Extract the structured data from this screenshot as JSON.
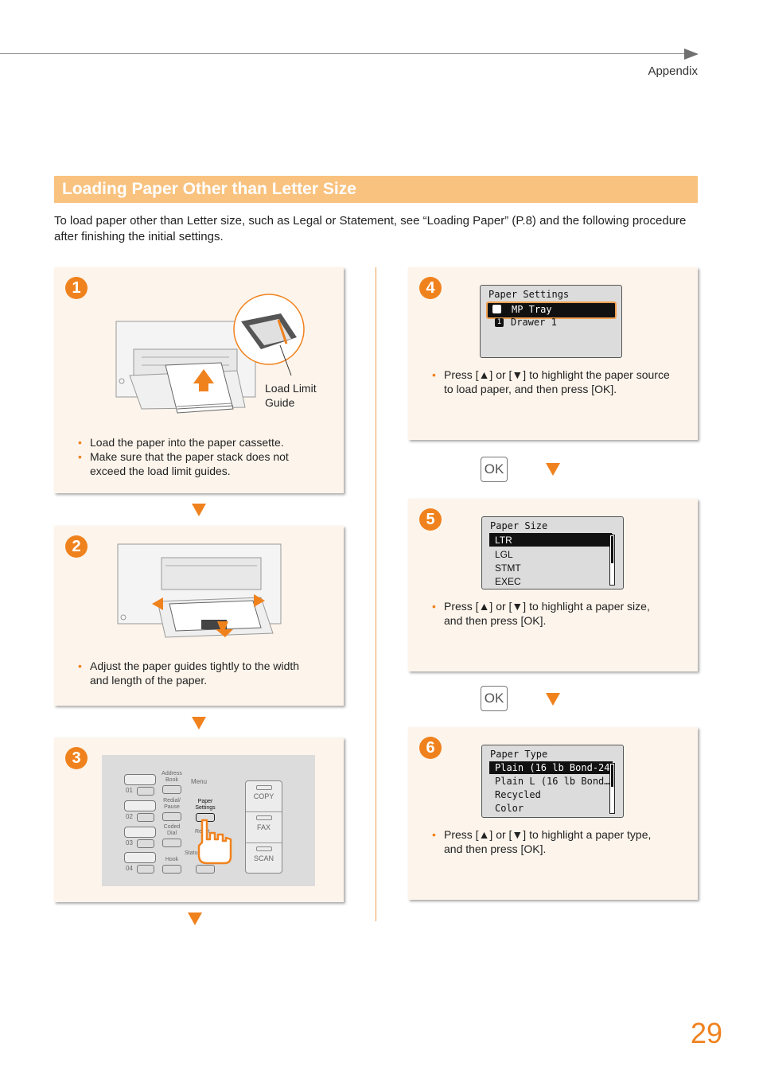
{
  "header": {
    "section": "Appendix"
  },
  "title": "Loading Paper Other than Letter Size",
  "intro": " To load paper other than Letter size, such as Legal or Statement, see “Loading Paper” (P.8) and the following procedure after finishing the initial settings.",
  "steps": {
    "s1": {
      "num": "1",
      "callout": "Load Limit\nGuide",
      "bullets": [
        "Load the paper into the paper cassette.",
        "Make sure that the paper stack does not exceed the load limit guides."
      ]
    },
    "s2": {
      "num": "2",
      "bullets": [
        "Adjust the paper guides tightly to the width and length of the paper."
      ]
    },
    "s3": {
      "num": "3",
      "panel": {
        "address_book": "Address\nBook",
        "menu": "Menu",
        "redial": "Redial/\nPause",
        "paper_settings": "Paper\nSettings",
        "coded_dial": "Coded\nDial",
        "reset": "Reset",
        "hook": "Hook",
        "status": "Status",
        "copy": "COPY",
        "fax": "FAX",
        "scan": "SCAN",
        "k01": "01",
        "k02": "02",
        "k03": "03",
        "k04": "04"
      }
    },
    "s4": {
      "num": "4",
      "lcd": {
        "title": "Paper Settings",
        "rows": [
          "MP Tray",
          "Drawer 1"
        ],
        "icon2": "1"
      },
      "bullets": [
        "Press [▲] or [▼] to highlight the paper source to load paper, and then press [OK]."
      ]
    },
    "s5": {
      "num": "5",
      "lcd": {
        "title": "Paper Size",
        "rows": [
          "LTR",
          "LGL",
          "STMT",
          "EXEC"
        ]
      },
      "bullets": [
        "Press [▲] or [▼] to highlight a paper size, and then press [OK]."
      ]
    },
    "s6": {
      "num": "6",
      "lcd": {
        "title": "Paper Type",
        "rows": [
          "Plain (16 lb Bond-24",
          "Plain L (16 lb Bond…",
          "Recycled",
          "Color"
        ]
      },
      "bullets": [
        "Press [▲] or [▼] to highlight a paper type, and then press [OK]."
      ]
    }
  },
  "ok_label": "OK",
  "page_number": "29",
  "colors": {
    "accent": "#f0821e",
    "title_bar": "#f9c27f",
    "panel_bg": "#fdf5ec"
  }
}
